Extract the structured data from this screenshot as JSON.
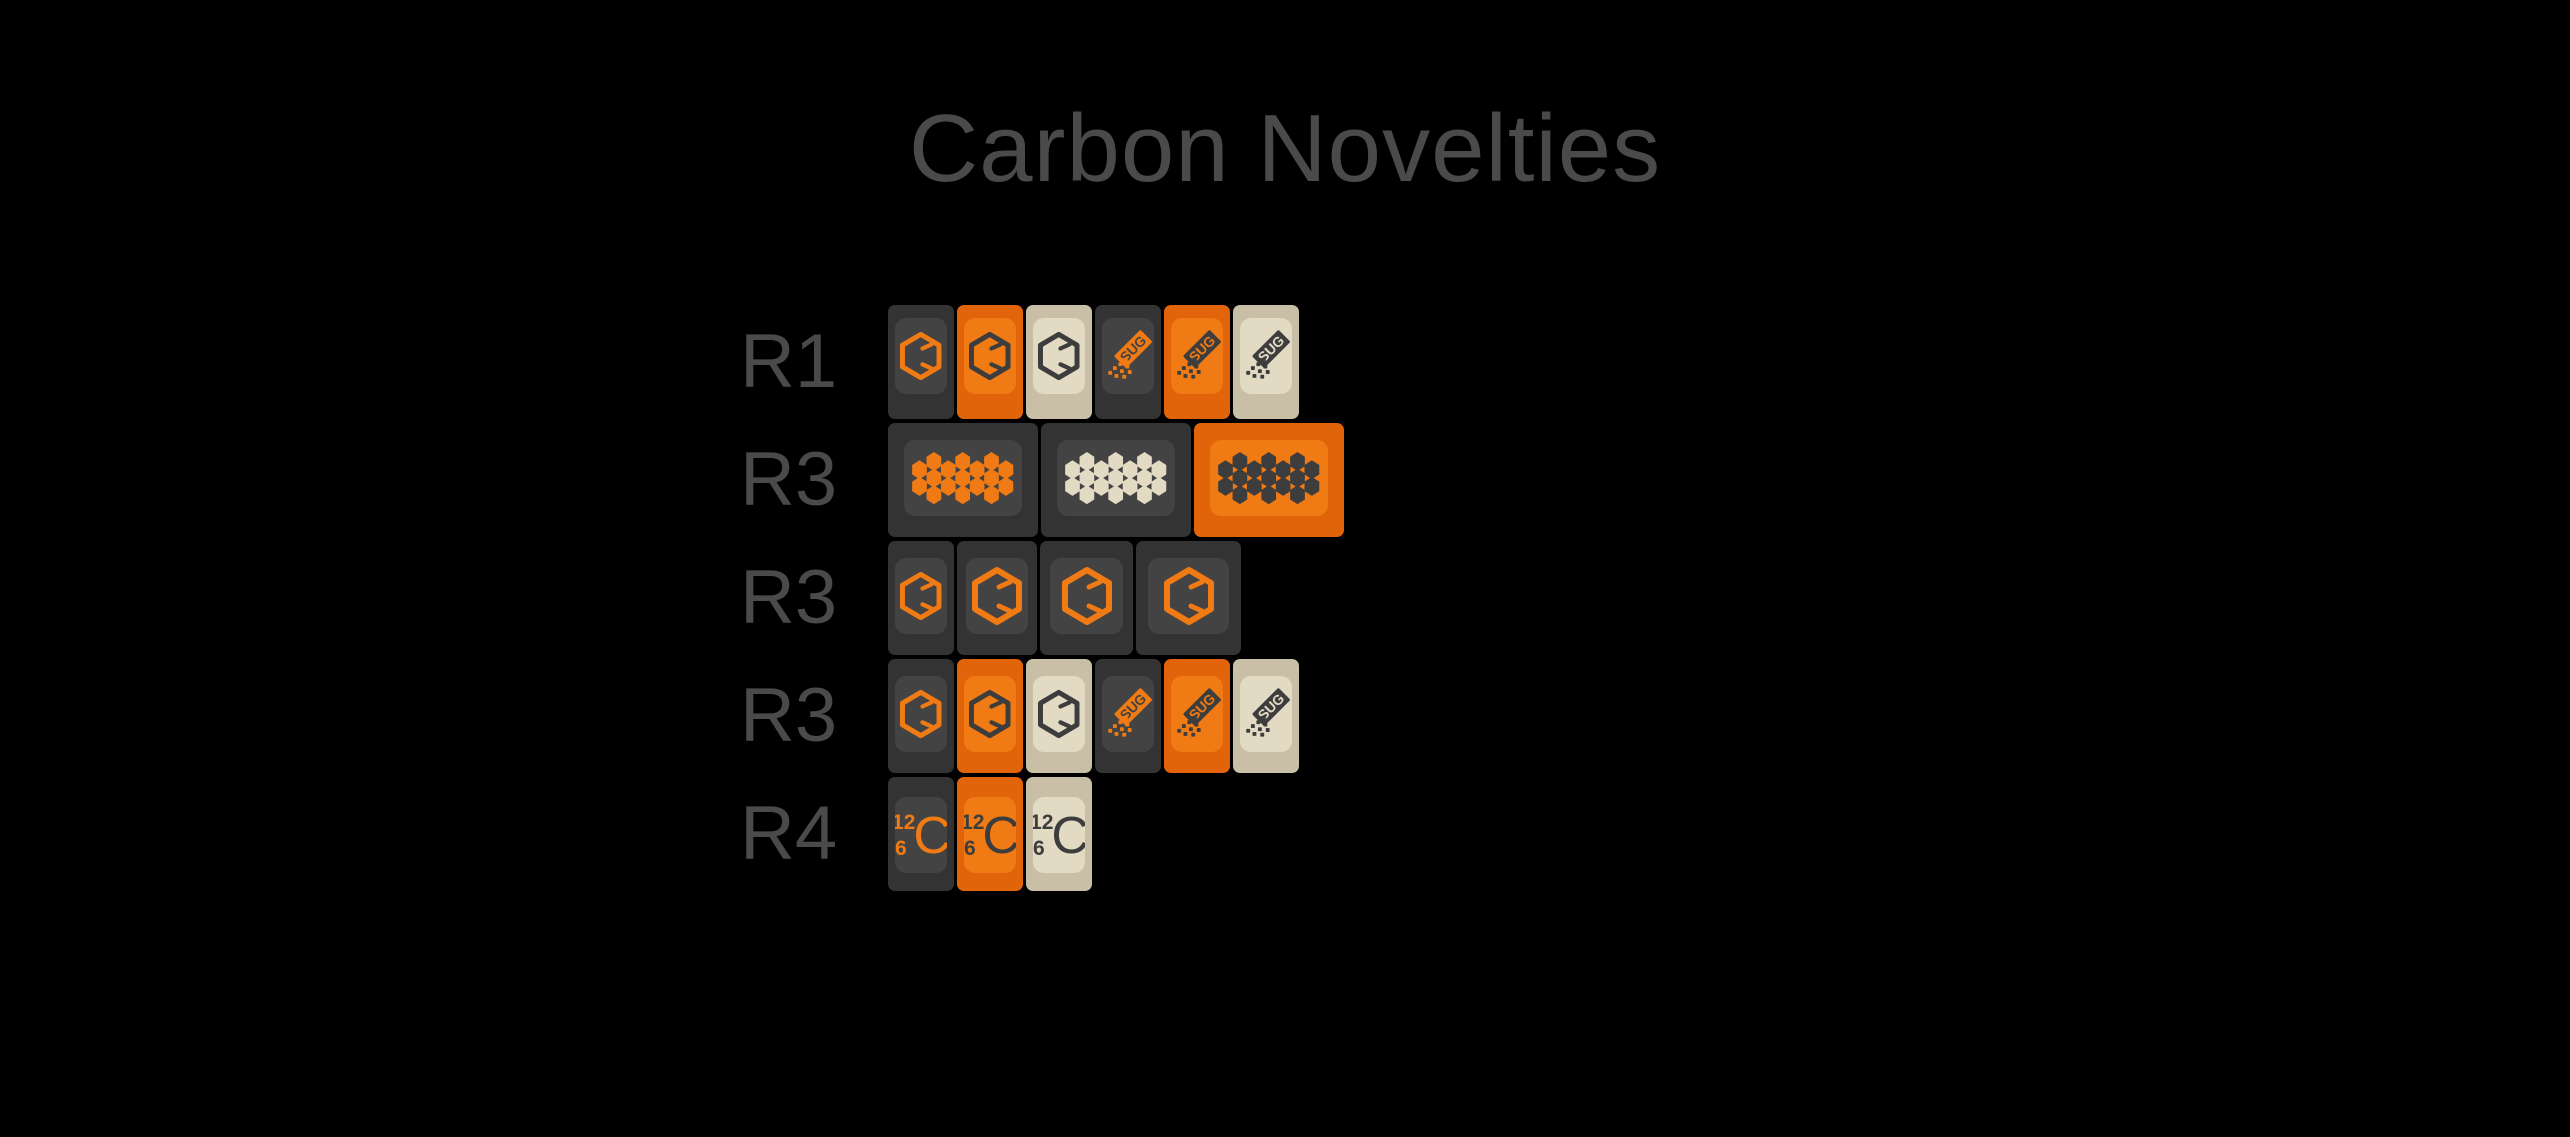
{
  "page": {
    "background_color": "#000000",
    "title": "Carbon Novelties",
    "title_color": "#4a4a4a"
  },
  "palette": {
    "dark_shell": "#333333",
    "dark_top": "#434343",
    "orange_shell": "#e2640a",
    "orange_top": "#f07a14",
    "cream_shell": "#c9bfa7",
    "cream_top": "#e3dac4",
    "ink_orange": "#f07a14",
    "ink_dark": "#3d3d3d",
    "label_gray": "#4a4a4a"
  },
  "rows": [
    {
      "label": "R1",
      "profile": "r1",
      "keys": [
        {
          "icon": "benzene-ring-icon",
          "colorway": "dark",
          "ink": "orange",
          "width_u": "1u"
        },
        {
          "icon": "benzene-ring-icon",
          "colorway": "orange",
          "ink": "dark",
          "width_u": "1u"
        },
        {
          "icon": "benzene-ring-icon",
          "colorway": "cream",
          "ink": "dark",
          "width_u": "1u"
        },
        {
          "icon": "sugar-packet-icon",
          "colorway": "dark",
          "ink": "orange",
          "width_u": "1u"
        },
        {
          "icon": "sugar-packet-icon",
          "colorway": "orange",
          "ink": "dark",
          "width_u": "1u"
        },
        {
          "icon": "sugar-packet-icon",
          "colorway": "cream",
          "ink": "dark",
          "width_u": "1u"
        }
      ]
    },
    {
      "label": "R3",
      "profile": "r3",
      "keys": [
        {
          "icon": "graphene-lattice-icon",
          "colorway": "dark",
          "ink": "orange",
          "width_u": "2.25u"
        },
        {
          "icon": "graphene-lattice-icon",
          "colorway": "dark",
          "ink": "cream",
          "width_u": "2.25u"
        },
        {
          "icon": "graphene-lattice-icon",
          "colorway": "orange",
          "ink": "dark",
          "width_u": "2.25u"
        }
      ]
    },
    {
      "label": "R3",
      "profile": "r3",
      "keys": [
        {
          "icon": "benzene-ring-icon",
          "colorway": "dark",
          "ink": "orange",
          "width_u": "1u"
        },
        {
          "icon": "benzene-ring-icon",
          "colorway": "dark",
          "ink": "orange",
          "width_u": "1.25u"
        },
        {
          "icon": "benzene-ring-icon",
          "colorway": "dark",
          "ink": "orange",
          "width_u": "1.5u"
        },
        {
          "icon": "benzene-ring-icon",
          "colorway": "dark",
          "ink": "orange",
          "width_u": "1.75u"
        }
      ]
    },
    {
      "label": "R3",
      "profile": "r3",
      "keys": [
        {
          "icon": "benzene-ring-icon",
          "colorway": "dark",
          "ink": "orange",
          "width_u": "1u"
        },
        {
          "icon": "benzene-ring-icon",
          "colorway": "orange",
          "ink": "dark",
          "width_u": "1u"
        },
        {
          "icon": "benzene-ring-icon",
          "colorway": "cream",
          "ink": "dark",
          "width_u": "1u"
        },
        {
          "icon": "sugar-packet-icon",
          "colorway": "dark",
          "ink": "orange",
          "width_u": "1u"
        },
        {
          "icon": "sugar-packet-icon",
          "colorway": "orange",
          "ink": "dark",
          "width_u": "1u"
        },
        {
          "icon": "sugar-packet-icon",
          "colorway": "cream",
          "ink": "dark",
          "width_u": "1u"
        }
      ]
    },
    {
      "label": "R4",
      "profile": "r4",
      "keys": [
        {
          "icon": "carbon-isotope-icon",
          "colorway": "dark",
          "ink": "orange",
          "width_u": "1u"
        },
        {
          "icon": "carbon-isotope-icon",
          "colorway": "orange",
          "ink": "dark",
          "width_u": "1u"
        },
        {
          "icon": "carbon-isotope-icon",
          "colorway": "cream",
          "ink": "dark",
          "width_u": "1u"
        }
      ]
    }
  ],
  "legends": {
    "isotope": {
      "mass_number": "12",
      "atomic_number": "6",
      "symbol": "C"
    },
    "sugar_packet": {
      "text": "SUG"
    }
  }
}
